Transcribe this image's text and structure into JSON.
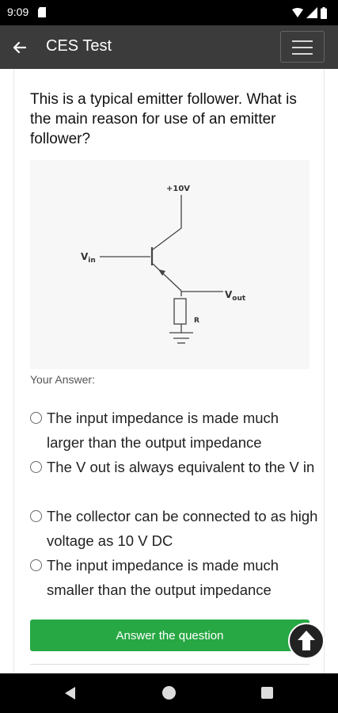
{
  "status_bar": {
    "time": "9:09"
  },
  "app_bar": {
    "title": "CES Test"
  },
  "question": {
    "text": "This is a typical emitter follower. What is the main reason for use of an emitter follower?",
    "diagram": {
      "supply_label": "+10V",
      "vin_label": "V",
      "vin_sub": "in",
      "vout_label": "V",
      "vout_sub": "out",
      "resistor_label": "R"
    }
  },
  "answer_label": "Your Answer:",
  "options": [
    {
      "text": "The input impedance is made much larger than the output impedance",
      "selected": false
    },
    {
      "text": "The V out is always equivalent to the V in",
      "selected": false
    },
    {
      "text": "The collector can be connected to as high voltage as 10 V DC",
      "selected": false
    },
    {
      "text": "The input impedance is made much smaller than the output impedance",
      "selected": false
    }
  ],
  "answer_button": {
    "label": "Answer the question",
    "color": "#27a844"
  }
}
